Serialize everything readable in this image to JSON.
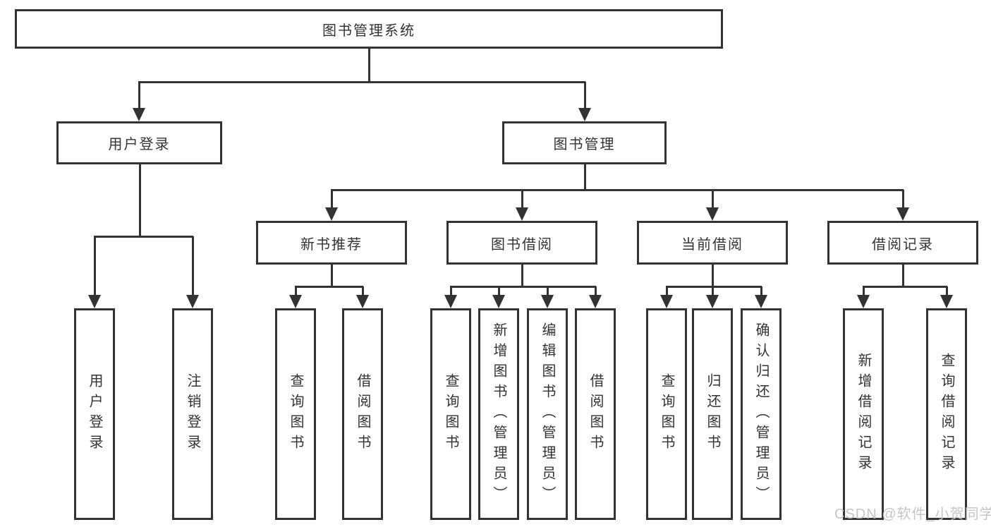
{
  "tree": {
    "root": {
      "label": "图书管理系统",
      "children": [
        {
          "label": "用户登录",
          "children": [
            {
              "label": "用户登录"
            },
            {
              "label": "注销登录"
            }
          ]
        },
        {
          "label": "图书管理",
          "children": [
            {
              "label": "新书推荐",
              "children": [
                {
                  "label": "查询图书"
                },
                {
                  "label": "借阅图书"
                }
              ]
            },
            {
              "label": "图书借阅",
              "children": [
                {
                  "label": "查询图书"
                },
                {
                  "label": "新增图书（管理员）"
                },
                {
                  "label": "编辑图书（管理员）"
                },
                {
                  "label": "借阅图书"
                }
              ]
            },
            {
              "label": "当前借阅",
              "children": [
                {
                  "label": "查询图书"
                },
                {
                  "label": "归还图书"
                },
                {
                  "label": "确认归还（管理员）"
                }
              ]
            },
            {
              "label": "借阅记录",
              "children": [
                {
                  "label": "新增借阅记录"
                },
                {
                  "label": "查询借阅记录"
                }
              ]
            }
          ]
        }
      ]
    }
  },
  "watermark": {
    "text": "CSDN @软件_小贺同学"
  },
  "colors": {
    "line": "#333333",
    "text": "#333333",
    "background": "#ffffff",
    "watermark": "#c3c3c3"
  }
}
